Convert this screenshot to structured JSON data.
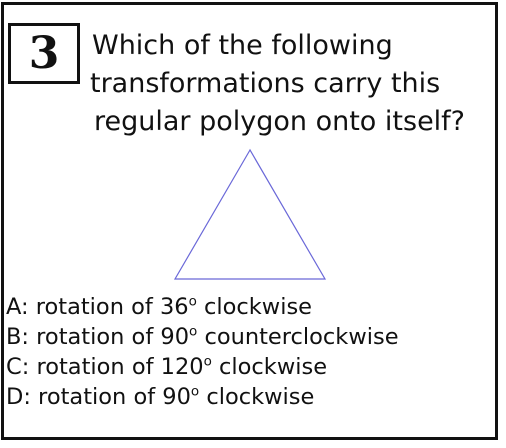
{
  "problem": {
    "number": "3",
    "question_lines": [
      "Which of the following",
      "transformations carry this",
      "regular polygon onto itself?"
    ]
  },
  "figure": {
    "shape_icon": "triangle-icon",
    "stroke_color": "#6a68d8"
  },
  "choices": [
    {
      "letter": "A",
      "prefix": "A: rotation of 36",
      "degree": "o",
      "suffix": " clockwise"
    },
    {
      "letter": "B",
      "prefix": "B: rotation of 90",
      "degree": "o",
      "suffix": " counterclockwise"
    },
    {
      "letter": "C",
      "prefix": "C: rotation of 120",
      "degree": "o",
      "suffix": " clockwise"
    },
    {
      "letter": "D",
      "prefix": "D: rotation of 90",
      "degree": "o",
      "suffix": " clockwise"
    }
  ]
}
